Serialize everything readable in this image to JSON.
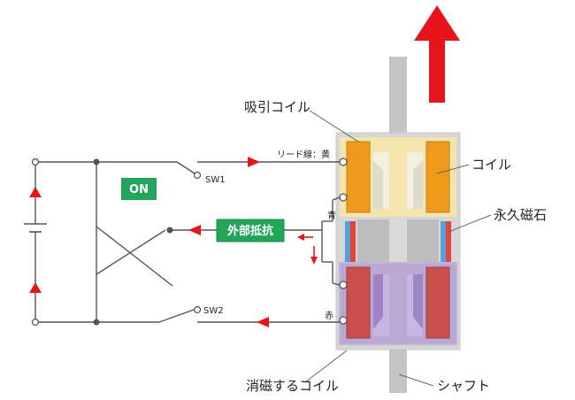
{
  "labels": {
    "pull_coil": "吸引コイル",
    "coil": "コイル",
    "permanent_magnet": "永久磁石",
    "demag_coil": "消磁するコイル",
    "shaft": "シャフト",
    "lead_yellow": "リード線：黄",
    "blue": "青",
    "red": "赤",
    "sw1": "SW1",
    "sw2": "SW2",
    "on": "ON",
    "external_resistor": "外部抵抗"
  },
  "colors": {
    "wire": "#555555",
    "arrow_red": "#e8141b",
    "green": "#22a55a",
    "shaft_gray": "#c4c4c4",
    "housing_gray": "#d6d6d6",
    "coil_orange": "#ef9a1a",
    "coil_red": "#c9504c",
    "pull_overlay": "#fbeaa0",
    "demag_overlay": "#a58ad0",
    "magnet_blue": "#5aa0d8"
  }
}
